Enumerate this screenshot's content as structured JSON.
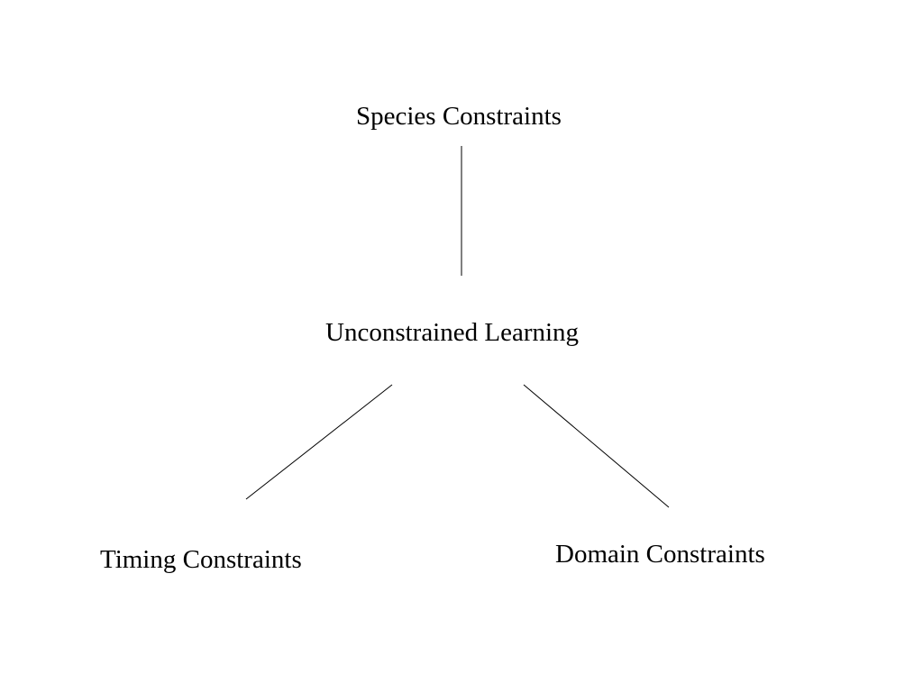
{
  "diagram": {
    "nodes": {
      "species": "Species Constraints",
      "unconstrained": "Unconstrained Learning",
      "timing": "Timing Constraints",
      "domain": "Domain Constraints"
    },
    "edges": [
      {
        "from": "species",
        "to": "unconstrained"
      },
      {
        "from": "unconstrained",
        "to": "timing"
      },
      {
        "from": "unconstrained",
        "to": "domain"
      }
    ],
    "colors": {
      "background": "#ffffff",
      "ink": "#000000"
    }
  }
}
